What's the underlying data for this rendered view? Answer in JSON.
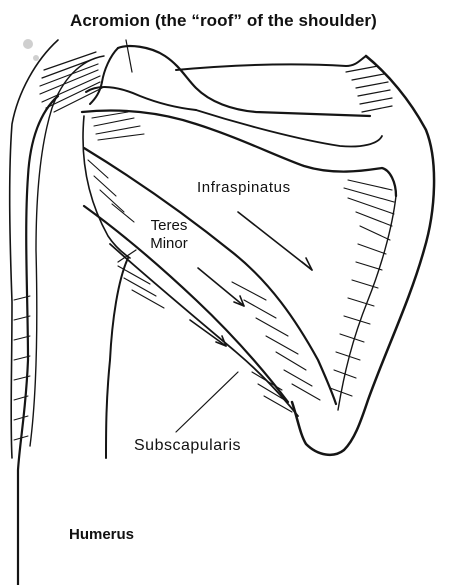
{
  "labels": {
    "acromion": "Acromion (the “roof” of the shoulder)",
    "infraspinatus": "Infraspinatus",
    "teres_minor_line1": "Teres",
    "teres_minor_line2": "Minor",
    "subscapularis": "Subscapularis",
    "humerus": "Humerus"
  },
  "colors": {
    "ink": "#151515",
    "paper": "#ffffff"
  }
}
